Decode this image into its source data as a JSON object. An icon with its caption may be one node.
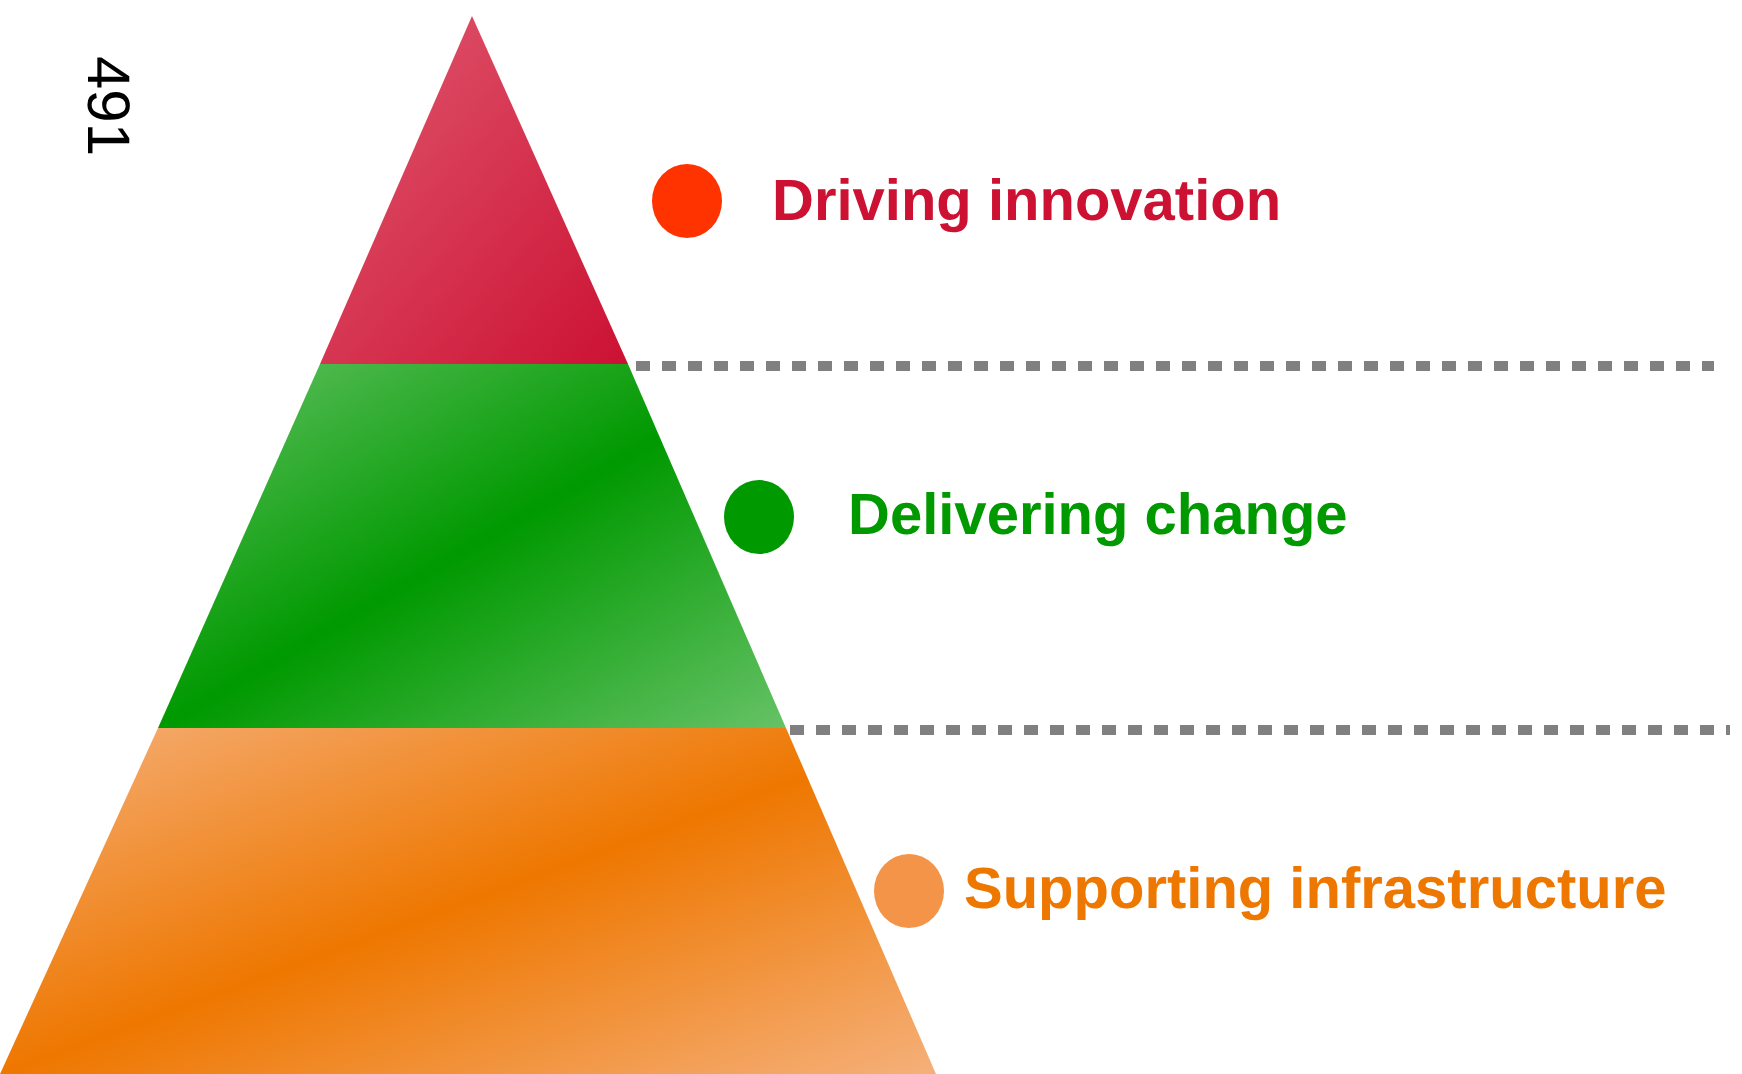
{
  "diagram": {
    "labels": [
      "491"
    ],
    "legend": [
      {
        "text": "Driving innovation",
        "color": "#ff3300"
      },
      {
        "text": "Delivering change",
        "color": "#009900"
      },
      {
        "text": "Supporting infrastructure",
        "color": "#f39448"
      }
    ]
  }
}
